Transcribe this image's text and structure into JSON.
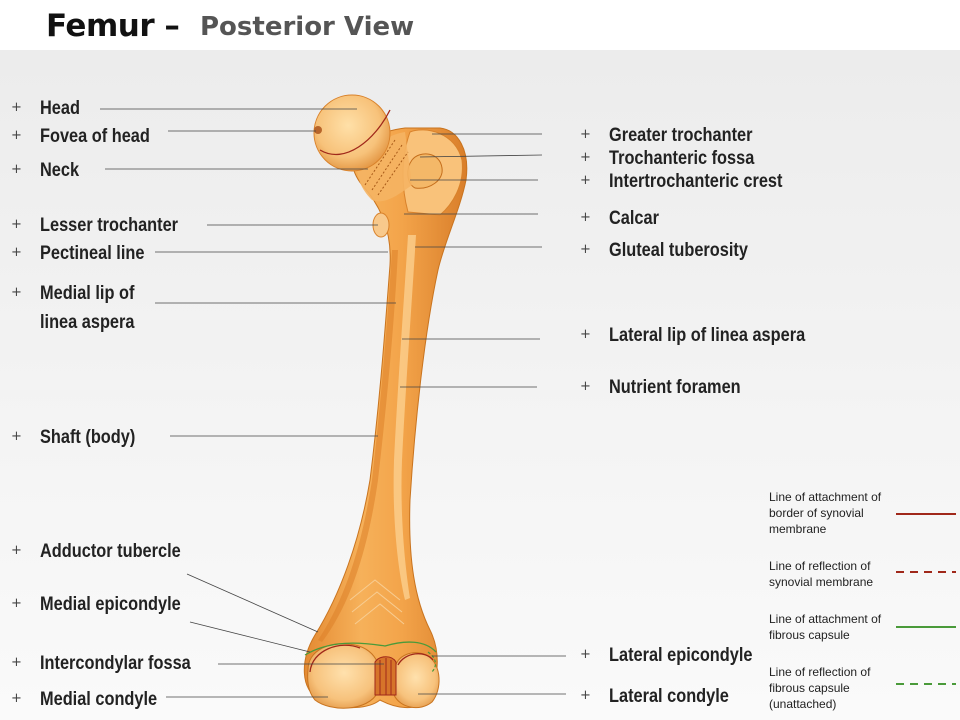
{
  "title": {
    "main": "Femur –",
    "sub": "Posterior View"
  },
  "labels_left": [
    {
      "id": "head",
      "text": "Head"
    },
    {
      "id": "fovea",
      "text": "Fovea of head"
    },
    {
      "id": "neck",
      "text": "Neck"
    },
    {
      "id": "lesser-trochanter",
      "text": "Lesser trochanter"
    },
    {
      "id": "pectineal-line",
      "text": "Pectineal line"
    },
    {
      "id": "medial-lip-1",
      "text": "Medial lip of"
    },
    {
      "id": "medial-lip-2",
      "text": "linea aspera"
    },
    {
      "id": "shaft",
      "text": "Shaft (body)"
    },
    {
      "id": "adductor-tubercle",
      "text": "Adductor tubercle"
    },
    {
      "id": "medial-epicondyle",
      "text": "Medial epicondyle"
    },
    {
      "id": "intercondylar-fossa",
      "text": "Intercondylar fossa"
    },
    {
      "id": "medial-condyle",
      "text": "Medial condyle"
    }
  ],
  "labels_right": [
    {
      "id": "greater-trochanter",
      "text": "Greater trochanter"
    },
    {
      "id": "trochanteric-fossa",
      "text": "Trochanteric fossa"
    },
    {
      "id": "intertrochanteric-crest",
      "text": "Intertrochanteric crest"
    },
    {
      "id": "calcar",
      "text": "Calcar"
    },
    {
      "id": "gluteal-tuberosity",
      "text": "Gluteal tuberosity"
    },
    {
      "id": "lateral-lip",
      "text": "Lateral lip of linea aspera"
    },
    {
      "id": "nutrient-foramen",
      "text": "Nutrient foramen"
    },
    {
      "id": "lateral-epicondyle",
      "text": "Lateral epicondyle"
    },
    {
      "id": "lateral-condyle",
      "text": "Lateral condyle"
    }
  ],
  "plus_symbol": "+",
  "legend": [
    {
      "id": "attach-synovial",
      "text": "Line of attachment of border of synovial membrane",
      "color": "#a0281a",
      "style": "solid"
    },
    {
      "id": "reflect-synovial",
      "text": "Line of reflection of synovial membrane",
      "color": "#a0281a",
      "style": "dashed"
    },
    {
      "id": "attach-fibrous",
      "text": "Line of attachment of fibrous capsule",
      "color": "#4a9a3a",
      "style": "solid"
    },
    {
      "id": "reflect-fibrous",
      "text": "Line of reflection of fibrous capsule (unattached)",
      "color": "#4a9a3a",
      "style": "dashed"
    }
  ],
  "colors": {
    "bone_light": "#f7c98a",
    "bone_mid": "#f0a650",
    "bone_dark": "#d9822b",
    "leader": "#444444"
  }
}
